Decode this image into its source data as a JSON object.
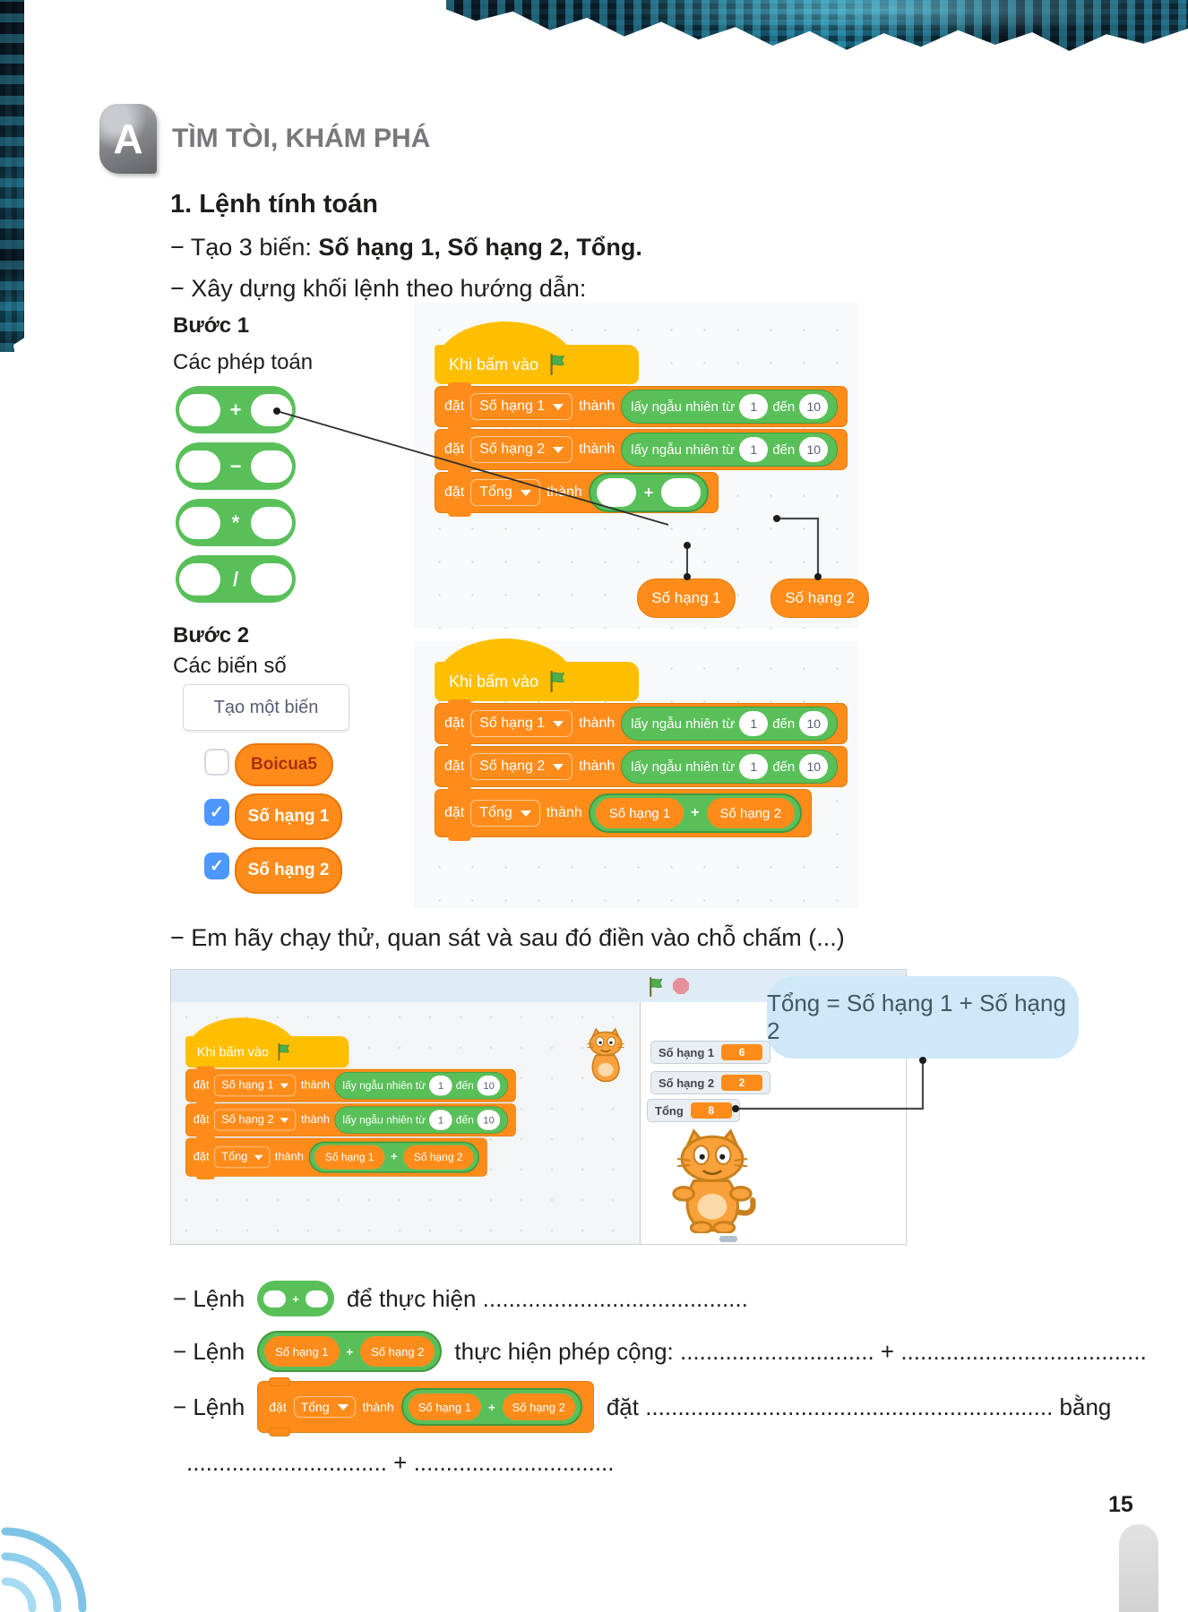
{
  "header": {
    "badge": "A",
    "title": "TÌM TÒI, KHÁM PHÁ"
  },
  "intro": {
    "heading": "1. Lệnh tính toán",
    "line1_prefix": "− Tạo 3 biến: ",
    "line1_bold": "Số hạng 1, Số hạng 2, Tổng.",
    "line2": "− Xây dựng khối lệnh theo hướng dẫn:"
  },
  "step1": {
    "label": "Bước 1",
    "sublabel": "Các phép toán"
  },
  "step2": {
    "label": "Bước 2",
    "sublabel": "Các biến số"
  },
  "operators": [
    "+",
    "−",
    "*",
    "/"
  ],
  "blocks": {
    "when_clicked": "Khi bấm vào",
    "set": "đặt",
    "to": "thành",
    "random": "lấy ngẫu nhiên từ",
    "to_word": "đến",
    "rand_from": "1",
    "rand_to": "10",
    "var1": "Số hạng 1",
    "var2": "Số hạng 2",
    "var_sum": "Tổng",
    "plus": "+"
  },
  "palette": {
    "create_button": "Tạo một biến",
    "vars": [
      {
        "name": "Boicua5",
        "checked": false
      },
      {
        "name": "Số hạng 1",
        "checked": true
      },
      {
        "name": "Số hạng 2",
        "checked": true
      }
    ]
  },
  "icons": {
    "check": "✓"
  },
  "run_line": "− Em hãy chạy thử, quan sát và sau đó điền vào chỗ chấm (...)",
  "stage": {
    "monitors": [
      {
        "label": "Số hạng 1",
        "value": "6"
      },
      {
        "label": "Số hạng 2",
        "value": "2"
      },
      {
        "label": "Tổng",
        "value": "8"
      }
    ],
    "callout": "Tổng = Số hạng 1 + Số hạng 2"
  },
  "exercises": {
    "lenh": "− Lệnh",
    "line1_after": "để thực hiện .........................................",
    "line2_after": "thực hiện phép cộng: .............................. + ......................................",
    "line3_after": "đặt ............................................................... bằng",
    "line4": "............................... + ..............................."
  },
  "footer": {
    "page_number": "15"
  }
}
